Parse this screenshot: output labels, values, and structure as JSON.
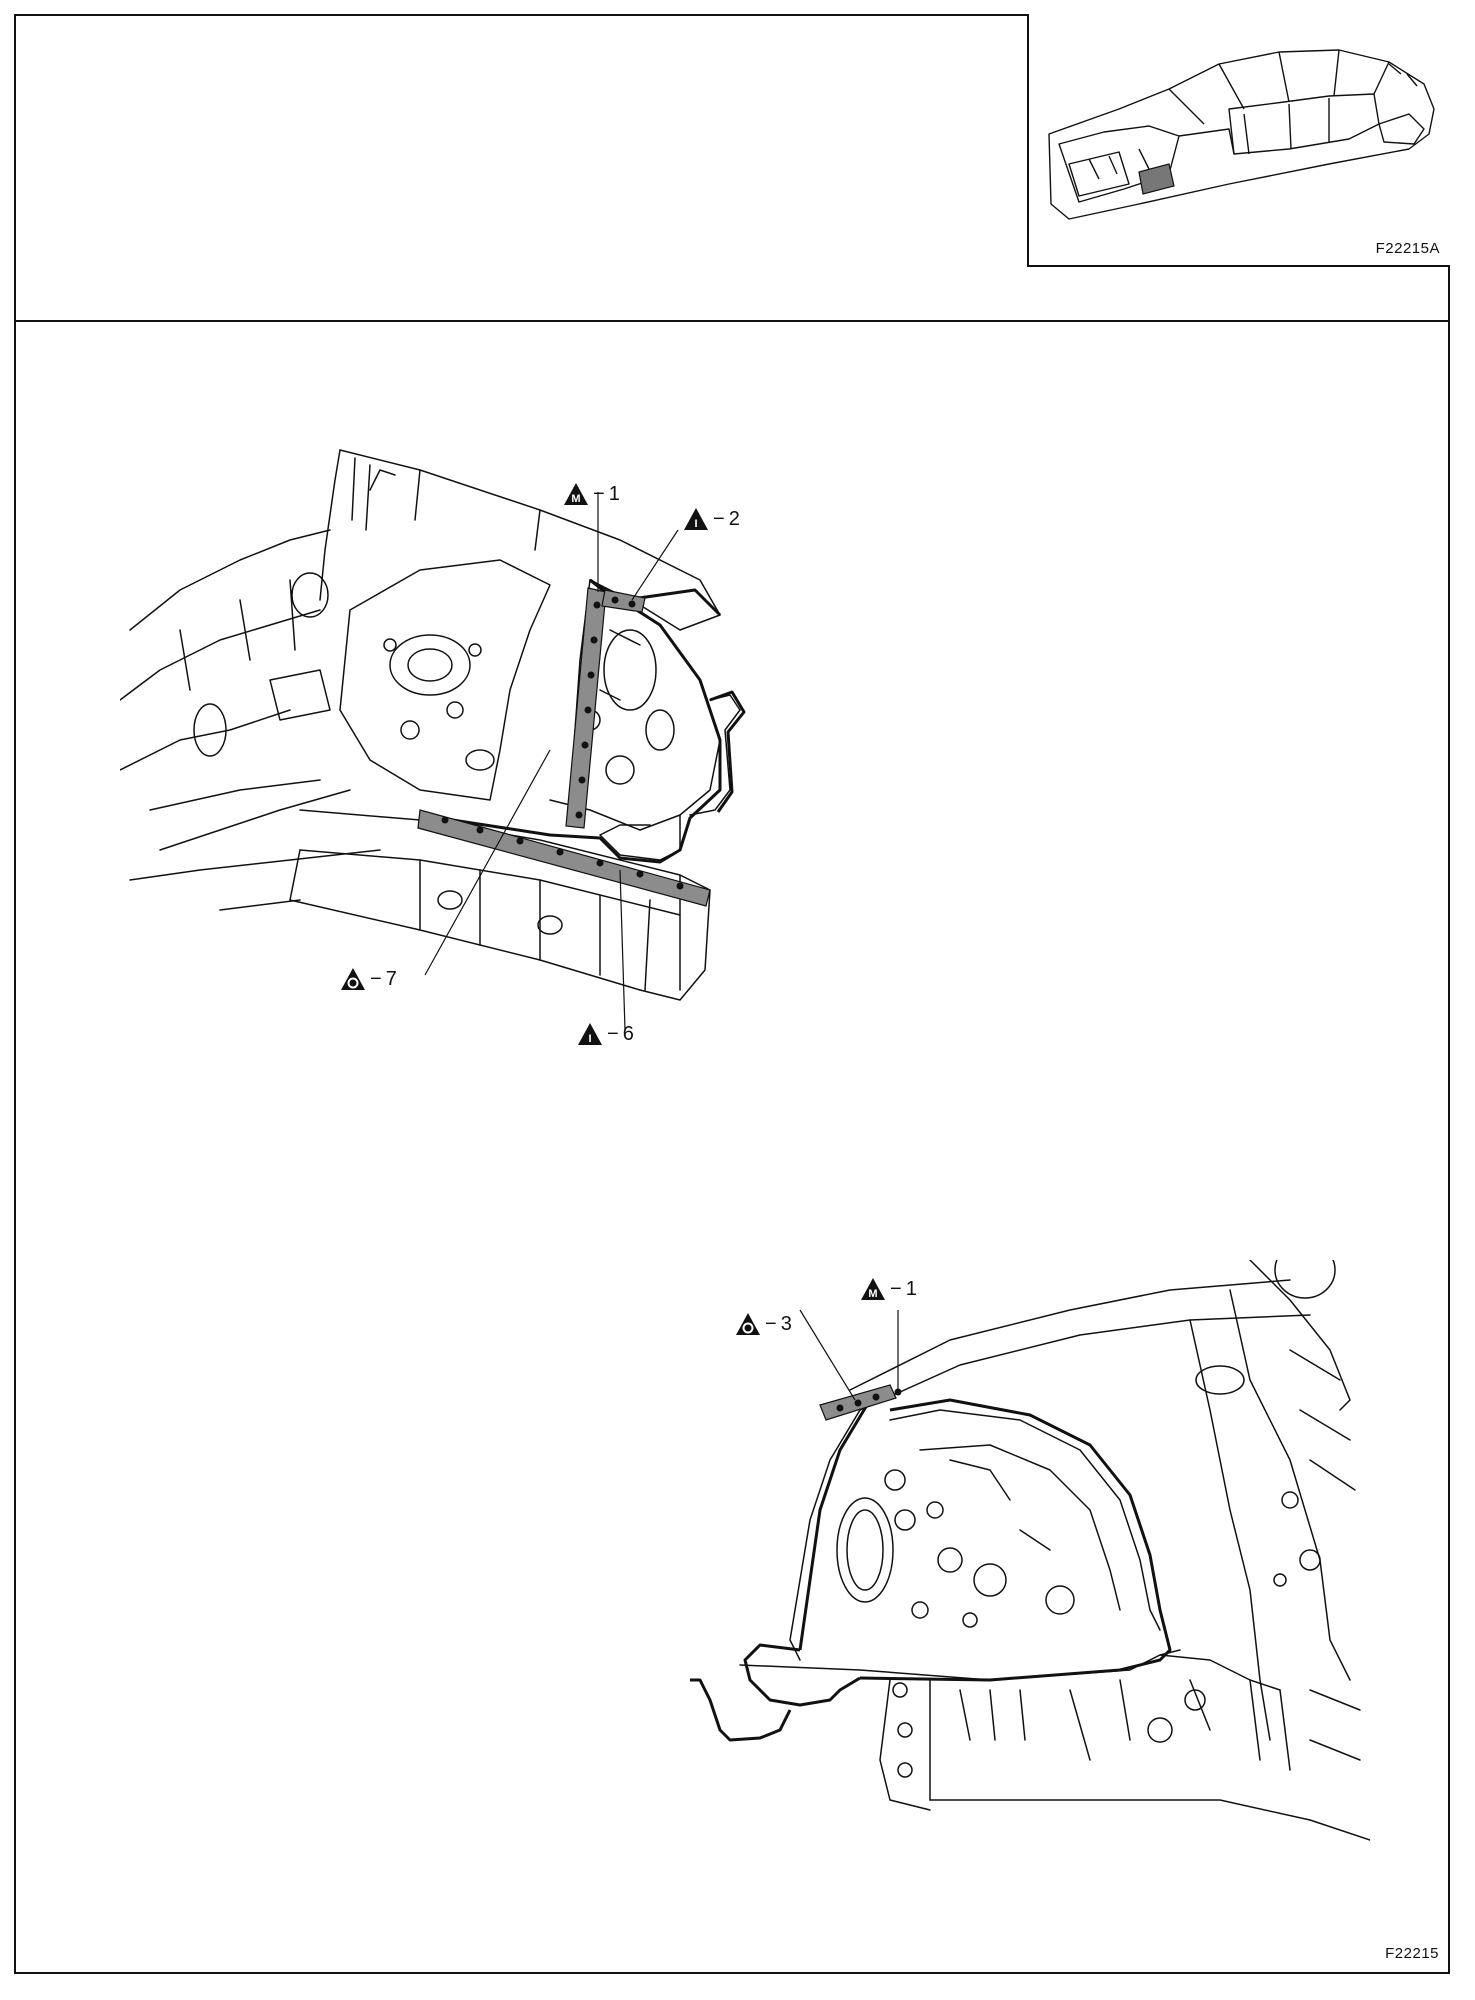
{
  "inset": {
    "figure_code": "F22215A"
  },
  "footer": {
    "figure_code": "F22215"
  },
  "callouts": [
    {
      "symbol": "M",
      "number": "1"
    },
    {
      "symbol": "I",
      "number": "2"
    },
    {
      "symbol": "O",
      "number": "7"
    },
    {
      "symbol": "I",
      "number": "6"
    },
    {
      "symbol": "O",
      "number": "3"
    },
    {
      "symbol": "M",
      "number": "1"
    }
  ],
  "icons": [
    "weld-triangle-m-icon",
    "weld-triangle-i-icon",
    "weld-triangle-o-icon"
  ],
  "colors": {
    "line": "#111111",
    "weld_band": "#8c8c8c",
    "background": "#ffffff"
  }
}
